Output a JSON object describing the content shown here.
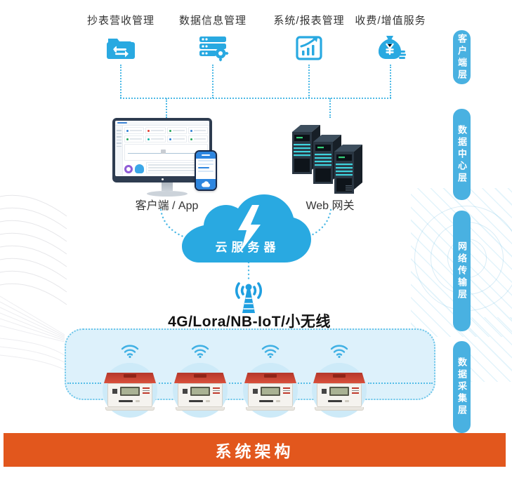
{
  "top_modules": [
    {
      "label": "抄表营收管理",
      "icon": "folder-transfer-icon"
    },
    {
      "label": "数据信息管理",
      "icon": "database-gear-icon"
    },
    {
      "label": "系统/报表管理",
      "icon": "report-chart-icon"
    },
    {
      "label": "收费/增值服务",
      "icon": "money-bag-icon"
    }
  ],
  "nodes": {
    "client": {
      "label": "客户端 / App"
    },
    "gateway": {
      "label": "Web 网关"
    },
    "cloud": {
      "label": "云服务器"
    },
    "network": {
      "label": "4G/Lora/NB-IoT/小无线"
    }
  },
  "layers": [
    {
      "label": "客户端层"
    },
    {
      "label": "数据中心层"
    },
    {
      "label": "网络传输层"
    },
    {
      "label": "数据采集层"
    }
  ],
  "collection": {
    "device_count": 4,
    "device_name": "smart-meter",
    "signal_icon": "wifi-icon"
  },
  "banner": {
    "label": "系统架构"
  },
  "colors": {
    "accent_blue": "#29a9e1",
    "layer_bar_blue": "#49b1e1",
    "banner_orange": "#e2571d",
    "collect_fill": "#ddf1fb",
    "circle_fill": "#cdeaf8",
    "dotted_line": "#4db9e6"
  }
}
